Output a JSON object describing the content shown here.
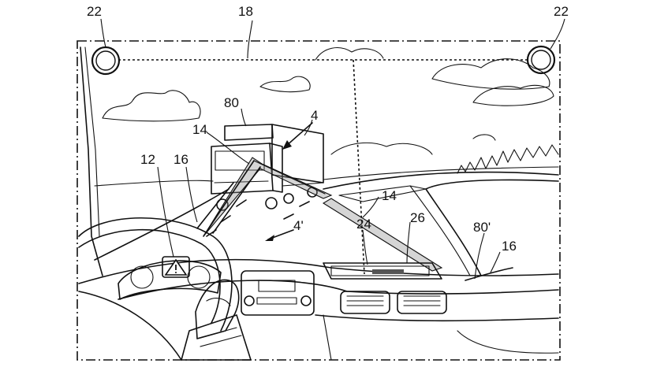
{
  "labels": {
    "camera_left": "22",
    "camera_right": "22",
    "frame": "18",
    "truck": "80",
    "truck_target": "4",
    "beam_truck": "14",
    "beam_road": "14",
    "warning": "12",
    "wiper_left": "16",
    "wiper_right": "16",
    "road_target": "4'",
    "projector": "24",
    "display": "26",
    "windshield_reflection": "80'"
  },
  "icons": {
    "warning": "warning-triangle-icon",
    "cameras": "camera-circle-icon"
  },
  "colors": {
    "line": "#111111",
    "background": "#ffffff"
  }
}
